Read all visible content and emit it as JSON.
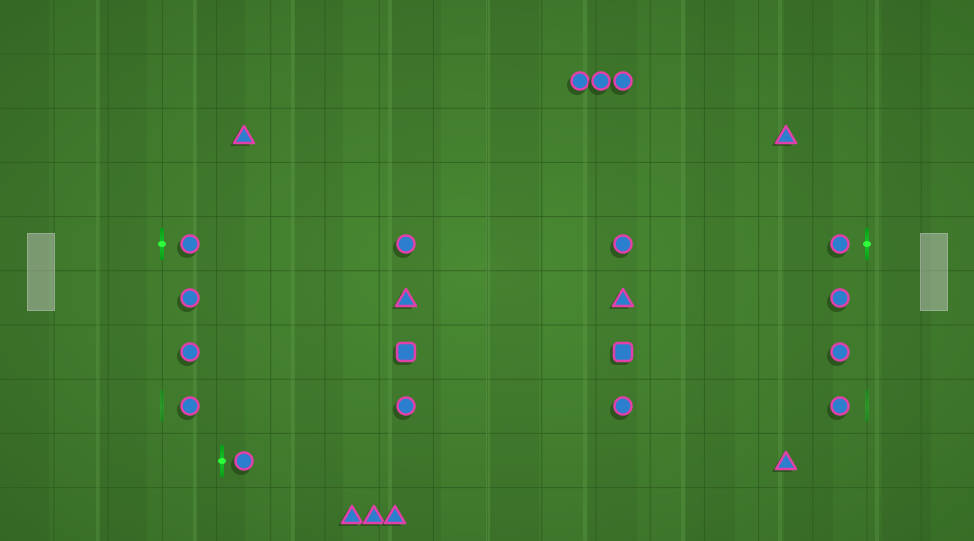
{
  "field": {
    "grass_color": "#3f7a2c",
    "grid_color": "#2d5a1d",
    "stripe_color": "#5e9a47",
    "goal_color": "#c9c9c9"
  },
  "piece_style": {
    "fill": "#2c7fcf",
    "outline": "#e040a8",
    "shadow": "#1d3a12"
  },
  "pieces": [
    {
      "shape": "circle",
      "icon": "circle-piece-icon",
      "col": 10.2,
      "row": 1
    },
    {
      "shape": "circle",
      "icon": "circle-piece-icon",
      "col": 10.6,
      "row": 1
    },
    {
      "shape": "circle",
      "icon": "circle-piece-icon",
      "col": 11.0,
      "row": 1
    },
    {
      "shape": "triangle",
      "icon": "triangle-piece-icon",
      "col": 4,
      "row": 2
    },
    {
      "shape": "triangle",
      "icon": "triangle-piece-icon",
      "col": 14,
      "row": 2
    },
    {
      "shape": "circle",
      "icon": "circle-piece-icon",
      "col": 3,
      "row": 4
    },
    {
      "shape": "circle",
      "icon": "circle-piece-icon",
      "col": 7,
      "row": 4
    },
    {
      "shape": "circle",
      "icon": "circle-piece-icon",
      "col": 11,
      "row": 4
    },
    {
      "shape": "circle",
      "icon": "circle-piece-icon",
      "col": 15,
      "row": 4
    },
    {
      "shape": "circle",
      "icon": "circle-piece-icon",
      "col": 3,
      "row": 5
    },
    {
      "shape": "triangle",
      "icon": "triangle-piece-icon",
      "col": 7,
      "row": 5
    },
    {
      "shape": "triangle",
      "icon": "triangle-piece-icon",
      "col": 11,
      "row": 5
    },
    {
      "shape": "circle",
      "icon": "circle-piece-icon",
      "col": 15,
      "row": 5
    },
    {
      "shape": "circle",
      "icon": "circle-piece-icon",
      "col": 3,
      "row": 6
    },
    {
      "shape": "square",
      "icon": "square-piece-icon",
      "col": 7,
      "row": 6
    },
    {
      "shape": "square",
      "icon": "square-piece-icon",
      "col": 11,
      "row": 6
    },
    {
      "shape": "circle",
      "icon": "circle-piece-icon",
      "col": 15,
      "row": 6
    },
    {
      "shape": "circle",
      "icon": "circle-piece-icon",
      "col": 3,
      "row": 7
    },
    {
      "shape": "circle",
      "icon": "circle-piece-icon",
      "col": 7,
      "row": 7
    },
    {
      "shape": "circle",
      "icon": "circle-piece-icon",
      "col": 11,
      "row": 7
    },
    {
      "shape": "circle",
      "icon": "circle-piece-icon",
      "col": 15,
      "row": 7
    },
    {
      "shape": "circle",
      "icon": "circle-piece-icon",
      "col": 4,
      "row": 8
    },
    {
      "shape": "triangle",
      "icon": "triangle-piece-icon",
      "col": 14,
      "row": 8
    },
    {
      "shape": "triangle",
      "icon": "triangle-piece-icon",
      "col": 6.0,
      "row": 9
    },
    {
      "shape": "triangle",
      "icon": "triangle-piece-icon",
      "col": 6.4,
      "row": 9
    },
    {
      "shape": "triangle",
      "icon": "triangle-piece-icon",
      "col": 6.8,
      "row": 9
    }
  ],
  "markers": [
    {
      "col": 2.5,
      "row": 4,
      "bright": true
    },
    {
      "col": 15.5,
      "row": 4,
      "bright": true
    },
    {
      "col": 2.5,
      "row": 7,
      "bright": false
    },
    {
      "col": 15.5,
      "row": 7,
      "bright": false
    },
    {
      "col": 3.6,
      "row": 8,
      "bright": true
    }
  ]
}
